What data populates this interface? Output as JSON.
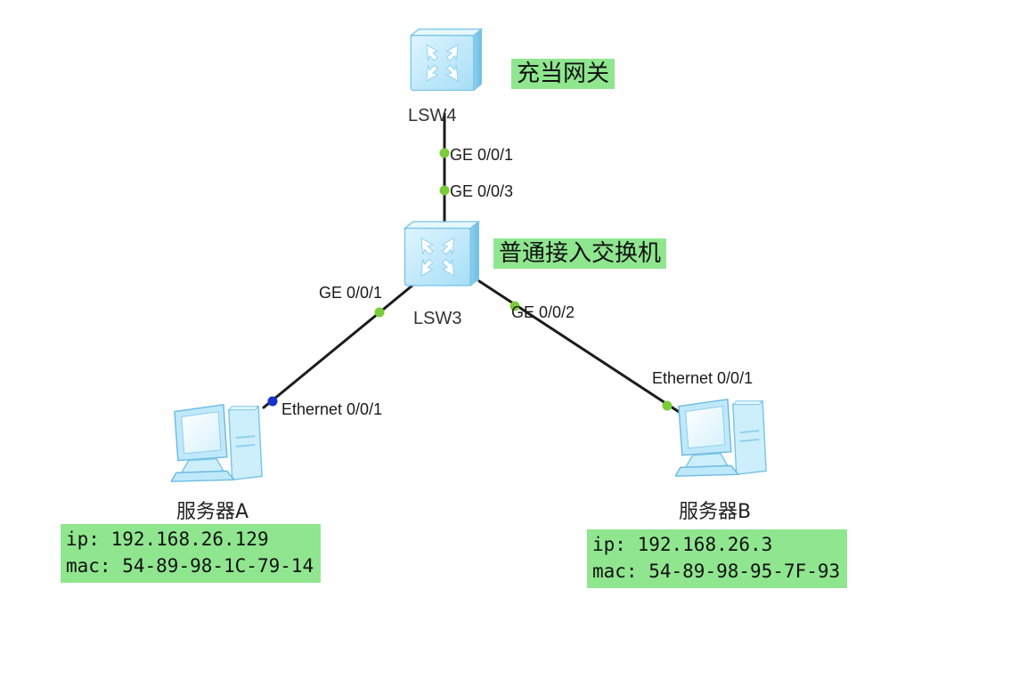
{
  "devices": {
    "lsw4": {
      "name": "LSW4",
      "note": "充当网关",
      "icon": "switch-icon"
    },
    "lsw3": {
      "name": "LSW3",
      "note": "普通接入交换机",
      "icon": "switch-icon"
    },
    "server_a": {
      "name": "服务器A",
      "ip_label": "ip:",
      "ip": "192.168.26.129",
      "mac_label": "mac:",
      "mac": "54-89-98-1C-79-14",
      "icon": "pc-icon"
    },
    "server_b": {
      "name": "服务器B",
      "ip_label": "ip:",
      "ip": "192.168.26.3",
      "mac_label": "mac:",
      "mac": "54-89-98-95-7F-93",
      "icon": "pc-icon"
    }
  },
  "ports": {
    "lsw4_up": "GE 0/0/1",
    "lsw3_up": "GE 0/0/3",
    "lsw3_left": "GE 0/0/1",
    "lsw3_right": "GE 0/0/2",
    "server_a_eth": "Ethernet 0/0/1",
    "server_b_eth": "Ethernet 0/0/1"
  },
  "colors": {
    "link": "#1c1c1c",
    "port_up": "#7ccc3a",
    "port_blue": "#1a33cc",
    "highlight": "#8fe68f",
    "device_fill": "#bfe9fb",
    "device_edge": "#6fbbe0"
  }
}
